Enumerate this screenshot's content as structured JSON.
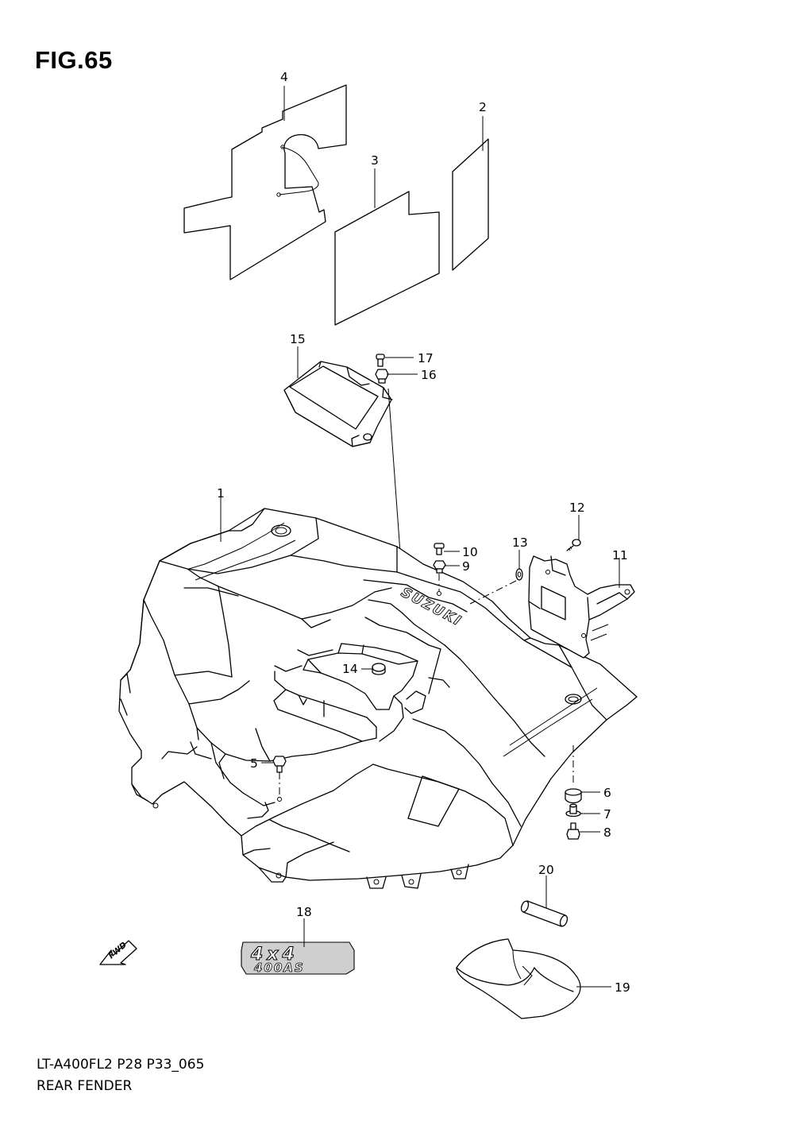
{
  "figure": {
    "title": "FIG.65",
    "model_code": "LT-A400FL2 P28 P33_065",
    "section_name": "REAR FENDER"
  },
  "callouts": [
    {
      "id": "c1",
      "label": "1"
    },
    {
      "id": "c2",
      "label": "2"
    },
    {
      "id": "c3",
      "label": "3"
    },
    {
      "id": "c4",
      "label": "4"
    },
    {
      "id": "c5",
      "label": "5"
    },
    {
      "id": "c6",
      "label": "6"
    },
    {
      "id": "c7",
      "label": "7"
    },
    {
      "id": "c8",
      "label": "8"
    },
    {
      "id": "c9",
      "label": "9"
    },
    {
      "id": "c10",
      "label": "10"
    },
    {
      "id": "c11",
      "label": "11"
    },
    {
      "id": "c12",
      "label": "12"
    },
    {
      "id": "c13",
      "label": "13"
    },
    {
      "id": "c14",
      "label": "14"
    },
    {
      "id": "c15",
      "label": "15"
    },
    {
      "id": "c16",
      "label": "16"
    },
    {
      "id": "c17",
      "label": "17"
    },
    {
      "id": "c18",
      "label": "18"
    },
    {
      "id": "c19",
      "label": "19"
    },
    {
      "id": "c20",
      "label": "20"
    }
  ],
  "direction_marker": {
    "label": "FWD"
  },
  "fender_brand": "SUZUKI",
  "emblem": {
    "line1": "4x4",
    "line2": "400AS"
  }
}
